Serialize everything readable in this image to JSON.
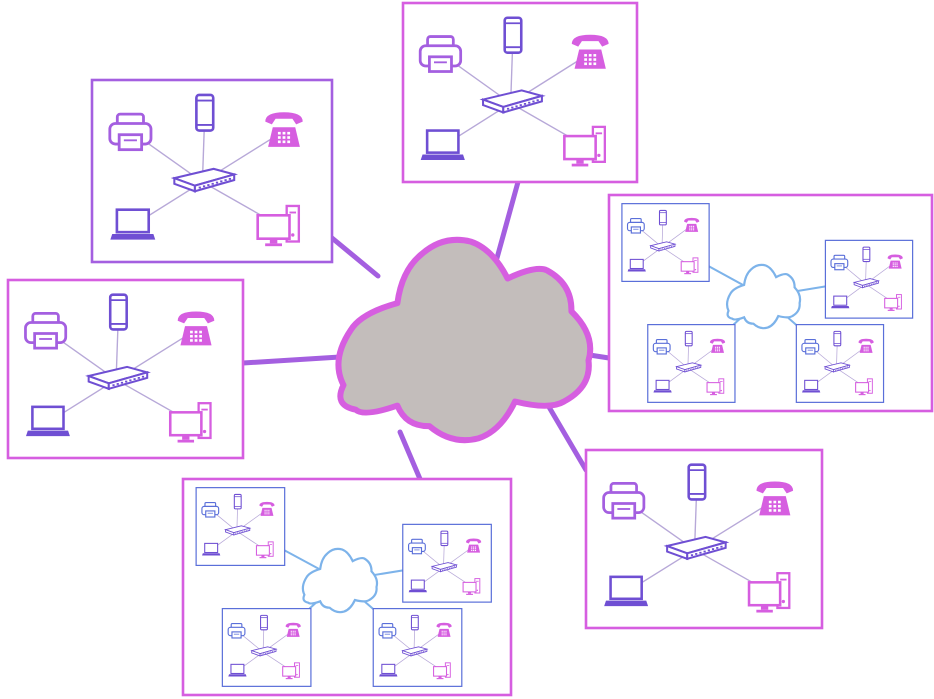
{
  "diagram": {
    "type": "network-topology",
    "central_node": {
      "icon": "cloud-icon",
      "fill": "#c3bdbb",
      "stroke": "#d65ee0"
    },
    "colors": {
      "pink": "#d65ee0",
      "purple": "#a45fe0",
      "violet": "#6f4fd3",
      "blue": "#5a6fd9",
      "light_blue": "#7db3ea",
      "box_border": "#d67ae0",
      "device_line": "#b7a8d8"
    },
    "lan_icons": [
      "printer-icon",
      "smartphone-icon",
      "telephone-icon",
      "laptop-icon",
      "desktop-computer-icon",
      "network-switch-icon"
    ],
    "subnetworks": [
      {
        "kind": "lan",
        "position": "top-center"
      },
      {
        "kind": "lan",
        "position": "top-left"
      },
      {
        "kind": "lan",
        "position": "middle-left"
      },
      {
        "kind": "wan",
        "position": "middle-right",
        "lan_count": 4
      },
      {
        "kind": "lan",
        "position": "bottom-right"
      },
      {
        "kind": "wan",
        "position": "bottom-center",
        "lan_count": 4
      }
    ]
  }
}
